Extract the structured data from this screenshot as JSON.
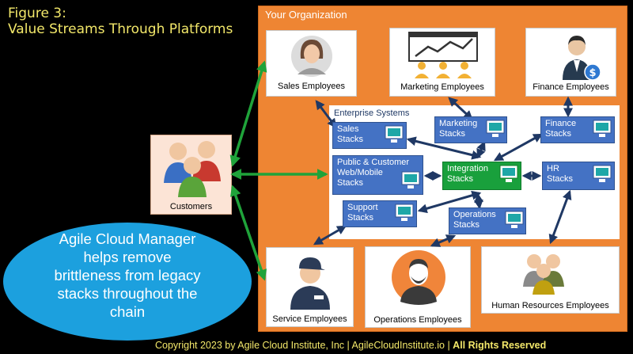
{
  "figure": {
    "line1": "Figure 3:",
    "line2": "Value Streams Through Platforms"
  },
  "organization": {
    "title": "Your Organization"
  },
  "people": {
    "sales": "Sales Employees",
    "marketing": "Marketing Employees",
    "finance": "Finance Employees",
    "service": "Service Employees",
    "operations": "Operations Employees",
    "hr": "Human Resources Employees",
    "customers": "Customers"
  },
  "enterprise": {
    "title": "Enterprise Systems",
    "stacks": {
      "sales": [
        "Sales",
        "Stacks"
      ],
      "marketing": [
        "Marketing",
        "Stacks"
      ],
      "finance": [
        "Finance",
        "Stacks"
      ],
      "public": [
        "Public & Customer",
        "Web/Mobile",
        "Stacks"
      ],
      "integration": [
        "Integration",
        "Stacks"
      ],
      "hr": [
        "HR",
        "Stacks"
      ],
      "support": [
        "Support",
        "Stacks"
      ],
      "operations": [
        "Operations",
        "Stacks"
      ]
    }
  },
  "callout": [
    "Agile Cloud Manager",
    "helps remove",
    "brittleness from legacy",
    "stacks throughout the",
    "chain"
  ],
  "copyright": {
    "main": "Copyright 2023 by Agile Cloud Institute, Inc | AgileCloudInstitute.io | ",
    "bold": "All Rights Reserved"
  },
  "colors": {
    "org": "#ee8533",
    "stack": "#4472c4",
    "integration": "#19a03c",
    "arrow_green": "#1fa33a",
    "arrow_navy": "#1f3864",
    "callout": "#1ca0de",
    "title": "#f3e86a"
  }
}
